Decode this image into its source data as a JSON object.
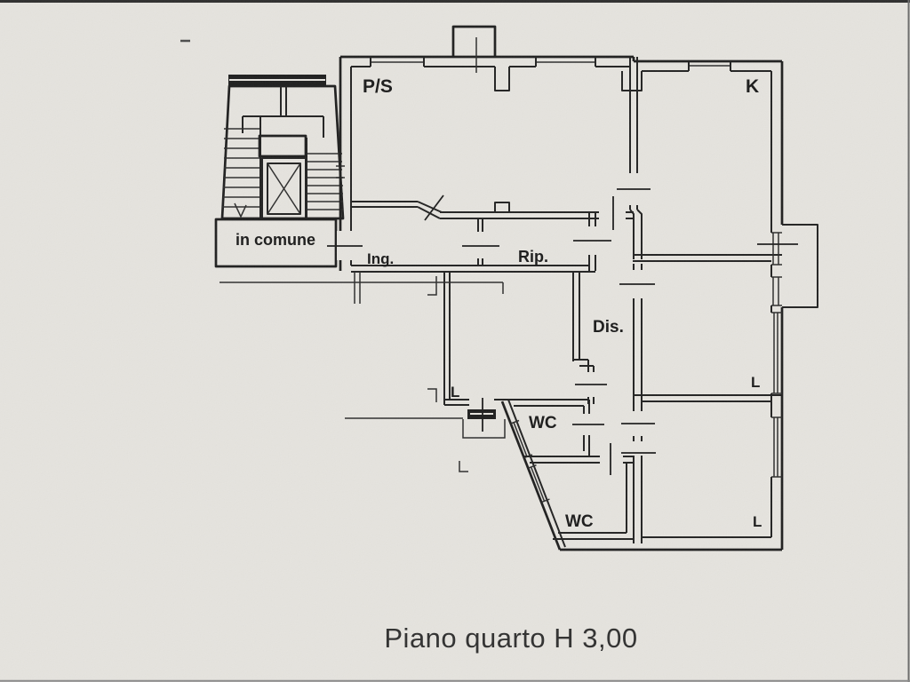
{
  "page": {
    "kind": "scanned floor plan",
    "caption": "Piano quarto H 3,00",
    "colors": {
      "paper": "#e9e7e2",
      "ink": "#1f1f1f"
    }
  },
  "plan": {
    "labels": {
      "ps": "P/S",
      "k": "K",
      "in_comune": "in comune",
      "ing": "Ing.",
      "rip": "Rip.",
      "dis": "Dis.",
      "l_mid": "L",
      "wc_top": "WC",
      "wc_bottom": "WC",
      "l_right_mid": "L",
      "l_right_bottom": "L"
    }
  }
}
